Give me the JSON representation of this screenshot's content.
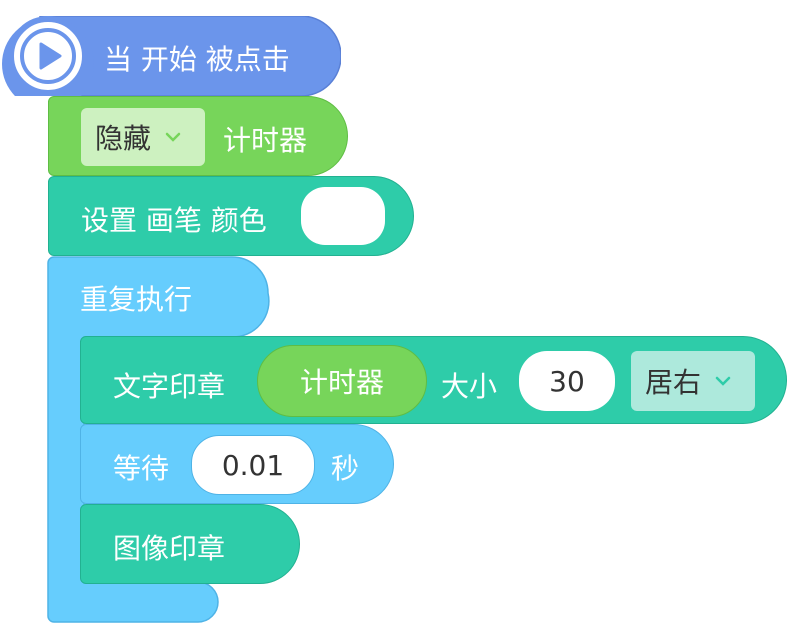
{
  "hat_block": {
    "label": "当 开始 被点击",
    "icon": "play-icon",
    "color": "#6b95eb"
  },
  "timer_visibility_block": {
    "dropdown_value": "隐藏",
    "label": "计时器",
    "color": "#77d55a"
  },
  "pen_color_block": {
    "label": "设置 画笔 颜色",
    "color_value": "#ffffff",
    "block_color": "#2ecca9"
  },
  "repeat_block": {
    "label": "重复执行",
    "color": "#66cdfd"
  },
  "text_stamp_block": {
    "label": "文字印章",
    "reporter_label": "计时器",
    "size_label": "大小",
    "size_value": "30",
    "align_value": "居右"
  },
  "wait_block": {
    "label": "等待",
    "value": "0.01",
    "unit": "秒"
  },
  "image_stamp_block": {
    "label": "图像印章"
  }
}
